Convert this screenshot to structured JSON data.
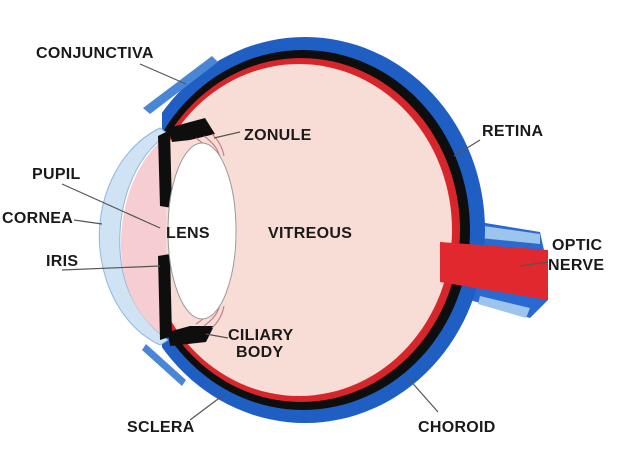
{
  "labels": {
    "conjunctiva": "CONJUNCTIVA",
    "zonule": "ZONULE",
    "retina": "RETINA",
    "pupil": "PUPIL",
    "cornea": "CORNEA",
    "iris": "IRIS",
    "lens": "LENS",
    "vitreous": "VITREOUS",
    "optic_line1": "OPTIC",
    "optic_line2": "NERVE",
    "ciliary_line1": "CILIARY",
    "ciliary_line2": "BODY",
    "sclera": "SCLERA",
    "choroid": "CHOROID"
  },
  "colors": {
    "sclera": "#1f5fc4",
    "choroid": "#0e0e0e",
    "retina": "#d6262b",
    "vitreous": "#f8ddd6",
    "cornea": "#cfe3f5",
    "aqueous": "#f6cdd0",
    "lens": "#ffffff",
    "optic_nerve": "#e0282e",
    "nerve_sheath": "#2a6ad0"
  }
}
